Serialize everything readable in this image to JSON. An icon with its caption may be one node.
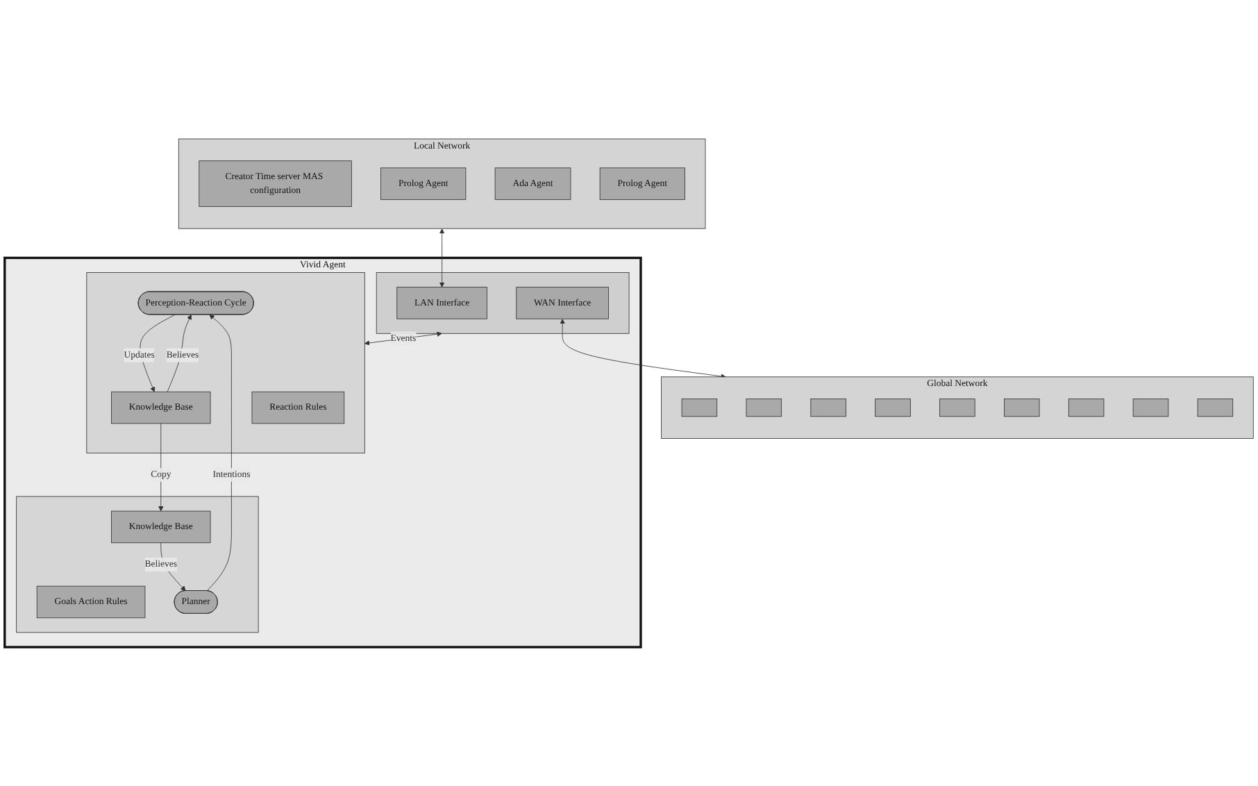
{
  "diagram": {
    "nodes": [
      {
        "text": [
          "Local Network"
        ]
      },
      {
        "text": [
          "Creator Time server MAS configuration"
        ],
        "in": 0
      },
      {
        "text": [
          "Prolog Agent"
        ],
        "in": 0
      },
      {
        "text": [
          "Ada Agent"
        ],
        "in": 0
      },
      {
        "text": [
          "Prolog Agent"
        ],
        "in": 0
      },
      {
        "text": [
          "Global Network"
        ]
      },
      {
        "text": [],
        "shape": "box",
        "in": 5
      },
      {
        "text": [],
        "shape": "box",
        "in": 5
      },
      {
        "text": [],
        "shape": "box",
        "in": 5
      },
      {
        "text": [],
        "shape": "box",
        "in": 5
      },
      {
        "text": [],
        "shape": "box",
        "in": 5
      },
      {
        "text": [],
        "shape": "box",
        "in": 5
      },
      {
        "text": [],
        "shape": "box",
        "in": 5
      },
      {
        "text": [],
        "shape": "box",
        "in": 5
      },
      {
        "text": [],
        "shape": "box",
        "in": 5
      },
      {
        "text": [
          "Vivid Agent"
        ]
      },
      {
        "text": [],
        "shape": "box",
        "in": 15
      },
      {
        "text": [
          "LAN Interface"
        ],
        "in": 16
      },
      {
        "text": [
          "WAN Interface"
        ],
        "in": 16
      },
      {
        "text": [],
        "shape": "box",
        "in": 15
      },
      {
        "text": [
          "Reaction Rules"
        ],
        "in": 19
      },
      {
        "text": [
          "Perception-Reaction Cycle"
        ],
        "in": 19
      },
      {
        "text": [
          "Knowledge Base"
        ],
        "in": 19
      },
      {
        "text": [],
        "shape": "box",
        "in": 15
      },
      {
        "text": [
          "Goals Action Rules"
        ],
        "in": 23
      },
      {
        "text": [
          "Planner"
        ],
        "in": 23
      },
      {
        "text": [
          "Knowledge Base"
        ],
        "in": 23
      }
    ],
    "edges": [
      {
        "from": 0,
        "to": 17,
        "arrow": "both"
      },
      {
        "from": 18,
        "to": 5,
        "arrow": "both"
      },
      {
        "from": 16,
        "to": 19,
        "arrow": "both",
        "label": "Events"
      },
      {
        "from": 25,
        "to": 21,
        "arrow": "to",
        "label": "Intentions"
      },
      {
        "from": 22,
        "to": 21,
        "arrow": "to",
        "label": "Believes"
      },
      {
        "from": 21,
        "to": 22,
        "arrow": "to",
        "label": "Updates"
      },
      {
        "from": 22,
        "to": 26,
        "arrow": "to",
        "label": "Copy"
      },
      {
        "from": 26,
        "to": 25,
        "arrow": "to",
        "label": "Believes"
      }
    ]
  }
}
